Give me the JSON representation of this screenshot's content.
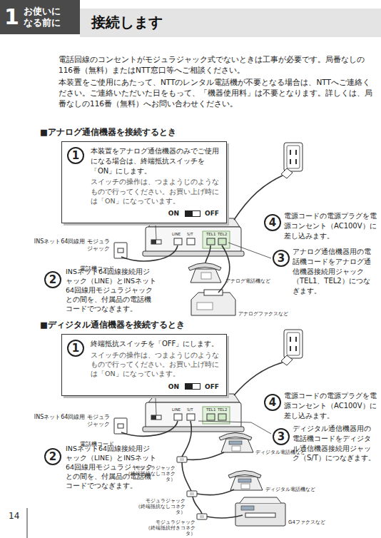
{
  "diagram": {
    "title": "接続します",
    "nodes": [
      {
        "text": [
          "1",
          "お使いに なる前に"
        ]
      },
      {
        "text": [
          "本装置をアナログ通信機器のみでご使用になる場合は、終端抵抗スイッチを「ON」にします。",
          "スイッチの操作は、つまようじのようなもので行ってください。お買い上げ時には「ON」になっています。"
        ]
      },
      {
        "text": [
          "1"
        ],
        "in": 1
      },
      {
        "text": [
          "4"
        ]
      },
      {
        "text": [
          "3"
        ]
      },
      {
        "text": [
          "2"
        ]
      },
      {
        "text": [
          "終端抵抗スイッチを「OFF」にします。",
          "スイッチの操作は、つまようじのようなもので行ってください。お買い上げ時には「ON」になっています。"
        ]
      },
      {
        "text": [
          "1"
        ],
        "in": 6
      },
      {
        "text": [
          "4"
        ]
      },
      {
        "text": [
          "3"
        ]
      },
      {
        "text": [
          "2"
        ]
      }
    ],
    "labels": [
      "電話回線のコンセントがモジュラジャック式でないときは工事が必要です。局番なしの116番（無料）またはNTT窓口等へご相談ください。",
      "本装置をご使用にあたって、NTTのレンタル電話機が不要となる場合は、NTTへご連絡ください。ご連絡いただいた日をもって、「機器使用料」は不要となります。詳しくは、局番なしの116番（無料）へお問い合わせください。",
      "■アナログ通信機器を接続するとき",
      "ON",
      "OFF",
      "電源コードの電源プラグを電源コンセント（AC100V）に差し込みます。",
      "アナログ通信機器用の電話機コードをアナログ通信機器接続用ジャック（TEL1、TEL2）につなぎます。",
      "INSネット64回線用 モジュラジャック",
      "電話機コード",
      "INSネット64回線接続用ジャック（LINE）とINSネット64回線用モジュラジャックとの間を、付属品の電話機コードでつなぎます。",
      "アナログ電話機など",
      "アナログファクスなど",
      "LINE",
      "S/T",
      "TEL1",
      "TEL2",
      "■ディジタル通信機器を接続するとき",
      "ON",
      "OFF",
      "電源コードの電源プラグを電源コンセント（AC100V）に差し込みます。",
      "ディジタル通信機器用の電話機コードをディジタル通信機器接続用ジャック（S/T）につなぎます。",
      "INSネット64回線用 モジュラジャック",
      "電話機コード",
      "INSネット64回線接続用ジャック（LINE）とINSネット64回線用モジュラジャックとの間を、付属品の電話機コードでつなぎます。",
      "ディジタル電話機など",
      "モジュラジャック （終端抵抗なしコネクタ）",
      "ディジタル電話機など",
      "モジュラジャック （終端抵抗なしコネクタ）",
      "モジュラジャック （終端抵抗付きコネクタ）",
      "G4ファクスなど",
      "LINE",
      "S/T",
      "TEL1",
      "TEL2",
      "14"
    ]
  }
}
